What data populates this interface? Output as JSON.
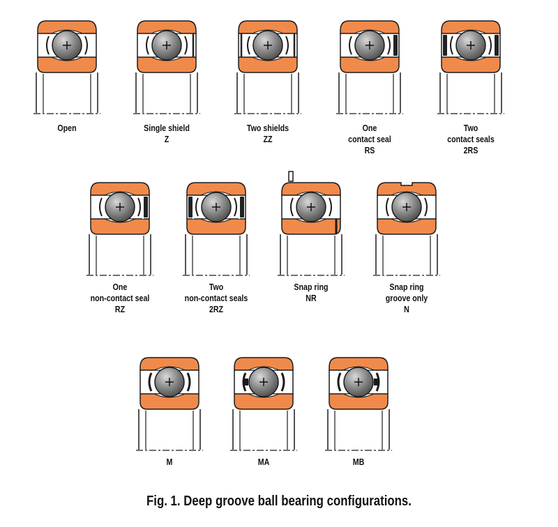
{
  "colors": {
    "ring": "#f08a4b",
    "ring_outline": "#1a1a1a",
    "ball_light": "#d9d9d9",
    "ball_dark": "#505050",
    "seal": "#222222"
  },
  "bearings": [
    {
      "id": "open",
      "lines": [
        "Open"
      ],
      "features": []
    },
    {
      "id": "single-shield",
      "lines": [
        "Single shield",
        "Z"
      ],
      "features": [
        "shield-right"
      ]
    },
    {
      "id": "two-shields",
      "lines": [
        "Two shields",
        "ZZ"
      ],
      "features": [
        "shield-left",
        "shield-right"
      ]
    },
    {
      "id": "one-contact-seal",
      "lines": [
        "One",
        "contact seal",
        "RS"
      ],
      "features": [
        "seal-right"
      ]
    },
    {
      "id": "two-contact-seals",
      "lines": [
        "Two",
        "contact seals",
        "2RS"
      ],
      "features": [
        "seal-left",
        "seal-right"
      ]
    },
    {
      "id": "one-non-contact-seal",
      "lines": [
        "One",
        "non-contact seal",
        "RZ"
      ],
      "features": [
        "ncseal-right"
      ]
    },
    {
      "id": "two-non-contact-seals",
      "lines": [
        "Two",
        "non-contact seals",
        "2RZ"
      ],
      "features": [
        "ncseal-left",
        "ncseal-right"
      ]
    },
    {
      "id": "snap-ring",
      "lines": [
        "Snap ring",
        "NR"
      ],
      "features": [
        "snap-ring"
      ]
    },
    {
      "id": "snap-ring-groove",
      "lines": [
        "Snap ring",
        "groove only",
        "N"
      ],
      "features": [
        "groove"
      ]
    },
    {
      "id": "m",
      "lines": [
        "M"
      ],
      "features": [
        "cage-m"
      ]
    },
    {
      "id": "ma",
      "lines": [
        "MA"
      ],
      "features": [
        "cage-ma"
      ]
    },
    {
      "id": "mb",
      "lines": [
        "MB"
      ],
      "features": [
        "cage-mb"
      ]
    }
  ],
  "caption": "Fig. 1. Deep groove ball bearing configurations."
}
